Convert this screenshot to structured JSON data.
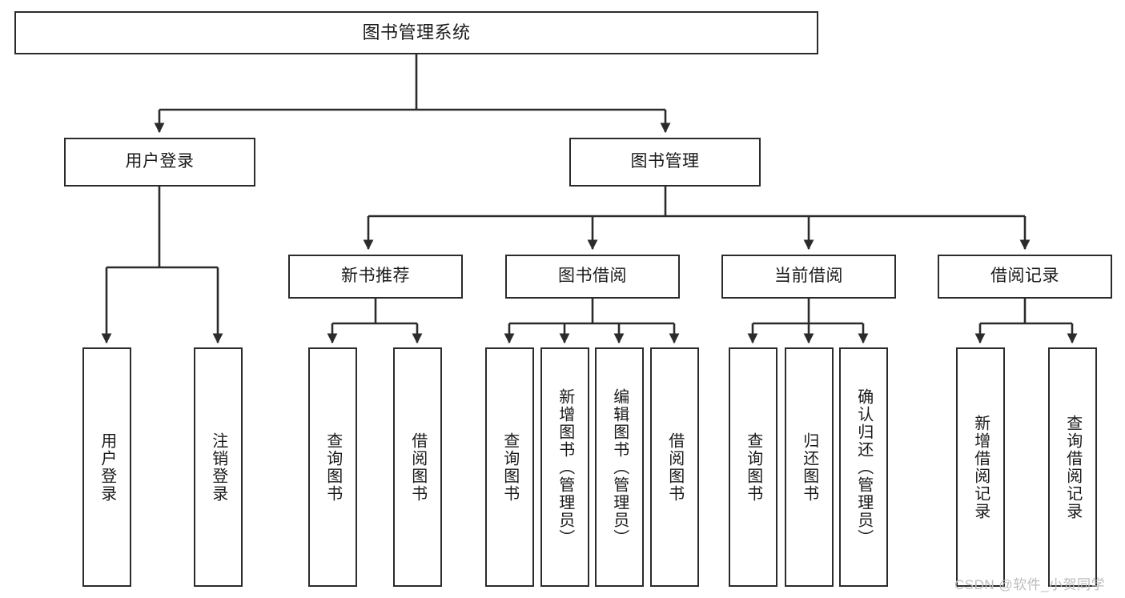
{
  "diagram": {
    "title": "图书管理系统",
    "type": "tree-hierarchy-diagram",
    "root": {
      "label": "图书管理系统"
    },
    "level2": [
      {
        "label": "用户登录"
      },
      {
        "label": "图书管理"
      }
    ],
    "level3": [
      {
        "label": "新书推荐"
      },
      {
        "label": "图书借阅"
      },
      {
        "label": "当前借阅"
      },
      {
        "label": "借阅记录"
      }
    ],
    "leaves": {
      "user_login": [
        {
          "label": "用户登录"
        },
        {
          "label": "注销登录"
        }
      ],
      "new_book_recommend": [
        {
          "label": "查询图书"
        },
        {
          "label": "借阅图书"
        }
      ],
      "book_borrow": [
        {
          "label": "查询图书"
        },
        {
          "label": "新增图书（管理员）"
        },
        {
          "label": "编辑图书（管理员）"
        },
        {
          "label": "借阅图书"
        }
      ],
      "current_borrow": [
        {
          "label": "查询图书"
        },
        {
          "label": "归还图书"
        },
        {
          "label": "确认归还（管理员）"
        }
      ],
      "borrow_record": [
        {
          "label": "新增借阅记录"
        },
        {
          "label": "查询借阅记录"
        }
      ]
    }
  },
  "watermark": {
    "text": "CSDN @软件_小贺同学"
  },
  "colors": {
    "border": "#2b2b2b",
    "text": "#1a1a1a",
    "background": "#ffffff",
    "watermark": "#bdbdbd"
  }
}
